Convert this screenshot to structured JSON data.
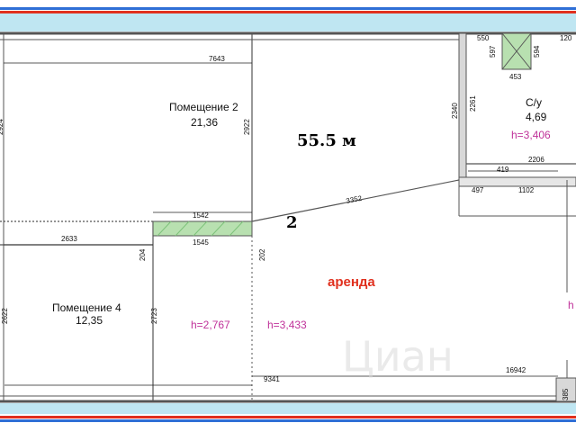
{
  "rooms": {
    "room2": {
      "name": "Помещение 2",
      "area": "21,36"
    },
    "room4": {
      "name": "Помещение 4",
      "area": "12,35"
    },
    "bathroom": {
      "name": "С/у",
      "area": "4,69",
      "height": "h=3,406"
    }
  },
  "heights": {
    "h1": "h=2,767",
    "h2": "h=3,433",
    "h_edge": "h"
  },
  "rent_label": "аренда",
  "area_annotation": "55.5 м",
  "marker_number": "2",
  "watermark": "Циан",
  "dimensions": {
    "d7643": "7643",
    "d2922": "2922",
    "d2924": "2924",
    "d2340": "2340",
    "d2261": "2261",
    "d550": "550",
    "d597": "597",
    "d594": "594",
    "d453": "453",
    "d1205": "120",
    "d2206": "2206",
    "d419": "419",
    "d497": "497",
    "d1102": "1102",
    "d3352": "3352",
    "d1542": "1542",
    "d1545": "1545",
    "d2633": "2633",
    "d204": "204",
    "d202": "202",
    "d2723": "2723",
    "d2622": "2622",
    "d16942": "16942",
    "d9341": "9341",
    "d385": "385"
  },
  "colors": {
    "wall": "#555555",
    "accent_red": "#e0301e",
    "accent_blue": "#2f6fd6",
    "height_text": "#c0339a",
    "window_green": "#7dc27a"
  }
}
